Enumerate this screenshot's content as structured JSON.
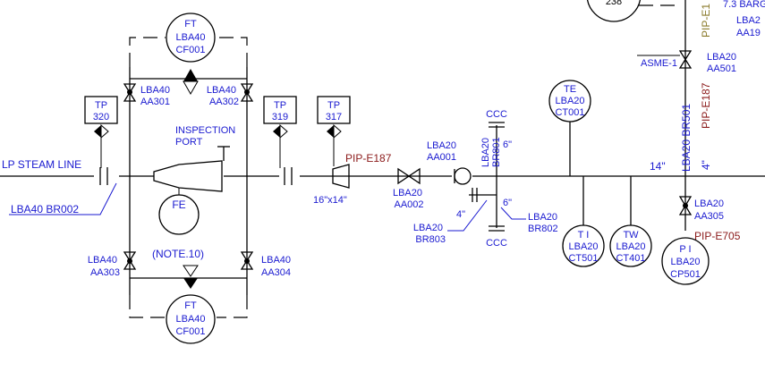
{
  "header": {
    "bubble_top_label": "238",
    "top_right_label": "7.3 BARG",
    "top_right_pip": "PIP-E1"
  },
  "lines": {
    "lp_steam_line": "LP STEAM LINE",
    "lba40_br002": "LBA40 BR002",
    "pip_e187_main": "PIP-E187",
    "pip_e187_vertical": "PIP-E187",
    "pip_e705": "PIP-E705",
    "lba20_br501": "LBA20 BR501",
    "size_14": "14\"",
    "size_4_vertical": "4\"",
    "size_6_top": "6\"",
    "size_6_bottom": "6\"",
    "size_4_branch": "4\"",
    "reducer": "16\"x14\"",
    "asme": "ASME-1"
  },
  "instruments": {
    "ft_top": {
      "tag": "FT",
      "line1": "LBA40",
      "line2": "CF001"
    },
    "ft_bottom": {
      "tag": "FT",
      "line1": "LBA40",
      "line2": "CF001"
    },
    "fe": {
      "tag": "FE"
    },
    "te": {
      "tag": "TE",
      "line1": "LBA20",
      "line2": "CT001"
    },
    "ti": {
      "tag": "T I",
      "line1": "LBA20",
      "line2": "CT501"
    },
    "tw": {
      "tag": "TW",
      "line1": "LBA20",
      "line2": "CT401"
    },
    "pi": {
      "tag": "P I",
      "line1": "LBA20",
      "line2": "CP501"
    }
  },
  "test_points": {
    "tp320": {
      "tag": "TP",
      "num": "320"
    },
    "tp319": {
      "tag": "TP",
      "num": "319"
    },
    "tp317": {
      "tag": "TP",
      "num": "317"
    }
  },
  "valves": {
    "aa301": {
      "line1": "LBA40",
      "line2": "AA301"
    },
    "aa302": {
      "line1": "LBA40",
      "line2": "AA302"
    },
    "aa303": {
      "line1": "LBA40",
      "line2": "AA303"
    },
    "aa304": {
      "line1": "LBA40",
      "line2": "AA304"
    },
    "aa001": {
      "line1": "LBA20",
      "line2": "AA001"
    },
    "aa002": {
      "line1": "LBA20",
      "line2": "AA002"
    },
    "aa305": {
      "line1": "LBA20",
      "line2": "AA305"
    },
    "aa501": {
      "line1": "LBA20",
      "line2": "AA501"
    },
    "aa19": {
      "line1": "LBA2",
      "line2": "AA19"
    }
  },
  "labels": {
    "inspection_line1": "INSPECTION",
    "inspection_line2": "PORT",
    "note10": "(NOTE.10)",
    "ccc_top": "CCC",
    "ccc_bottom": "CCC",
    "br801_line1": "LBA20",
    "br801_line2": "BR801",
    "br802_line1": "LBA20",
    "br802_line2": "BR802",
    "br803_line1": "LBA20",
    "br803_line2": "BR803"
  }
}
